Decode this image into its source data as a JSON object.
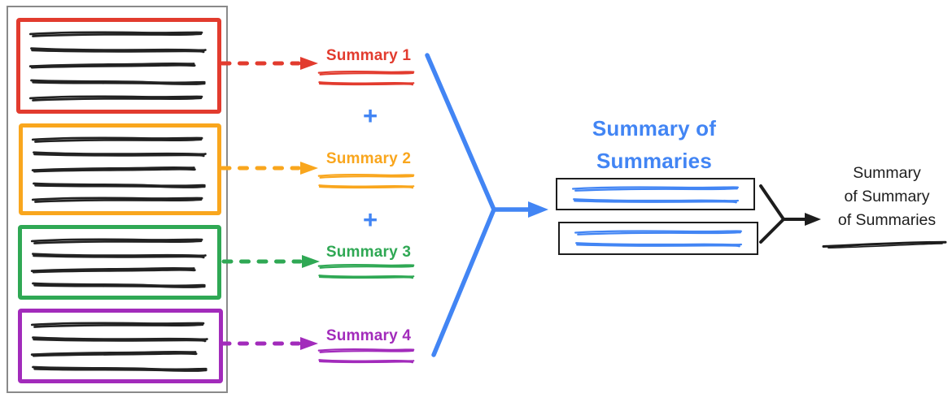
{
  "diagram": {
    "documents": [
      {
        "label": "Summary 1",
        "color": "#e23b2e",
        "text_lines": 5
      },
      {
        "label": "Summary 2",
        "color": "#f9a61d",
        "text_lines": 5
      },
      {
        "label": "Summary 3",
        "color": "#2fa854",
        "text_lines": 4
      },
      {
        "label": "Summary 4",
        "color": "#a22bbb",
        "text_lines": 4
      }
    ],
    "plus": "+",
    "stage2_title": {
      "line1": "Summary of",
      "line2": "Summaries"
    },
    "stage3_label": {
      "line1": "Summary",
      "line2": "of Summary",
      "line3": "of Summaries"
    },
    "colors": {
      "blue": "#4285f4",
      "ink": "#1d1d1d",
      "frame_gray": "#8a8a8a",
      "scribble_black": "#222222"
    }
  }
}
